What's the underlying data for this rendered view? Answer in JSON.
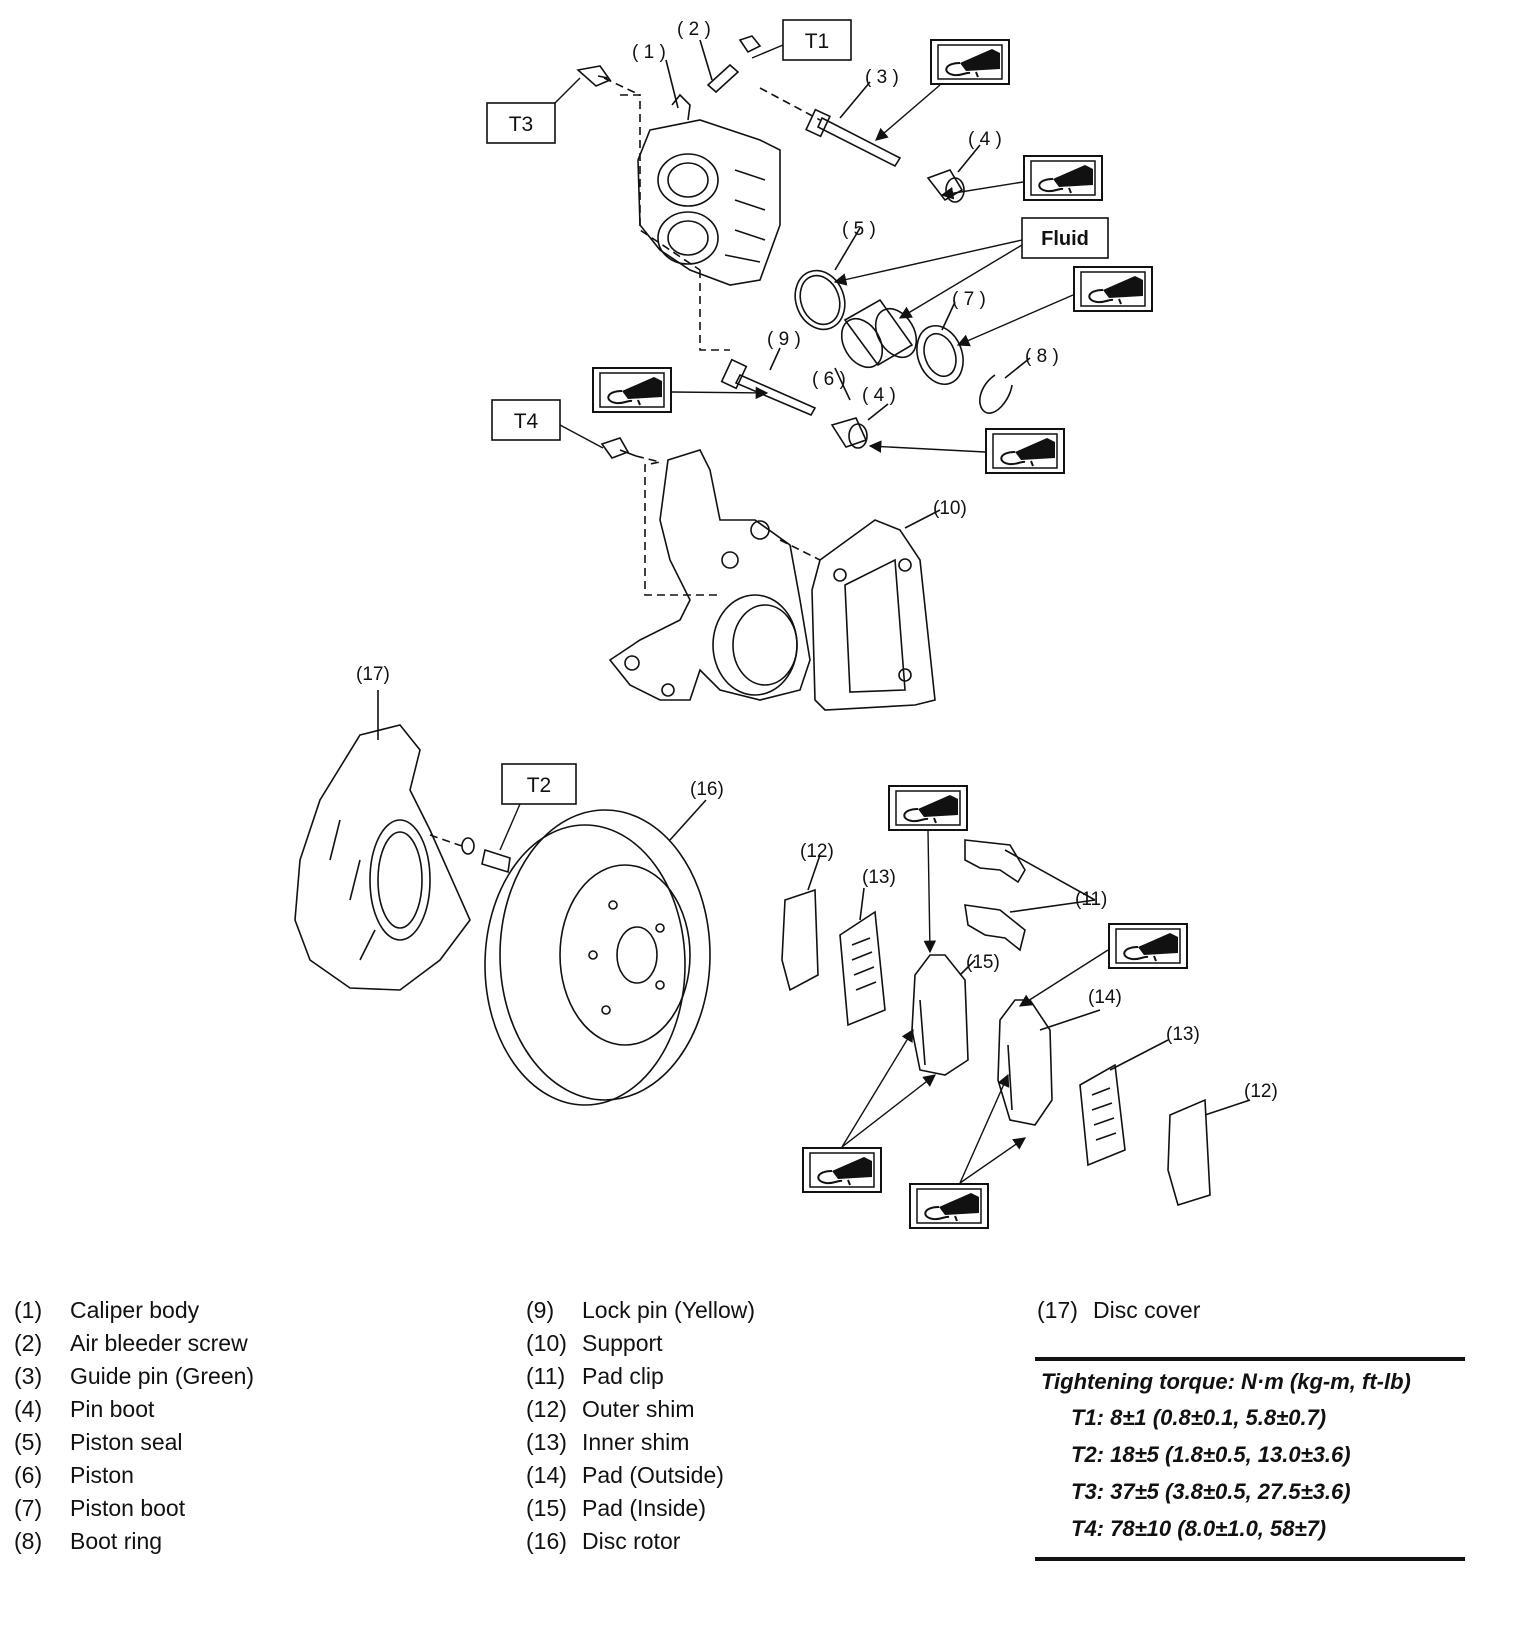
{
  "diagram": {
    "callouts": {
      "p1": "( 1 )",
      "p2": "( 2 )",
      "p3": "( 3 )",
      "p4a": "( 4 )",
      "p4b": "( 4 )",
      "p5": "( 5 )",
      "p6": "( 6 )",
      "p7": "( 7 )",
      "p8": "( 8 )",
      "p9": "( 9 )",
      "p10": "(10)",
      "p11": "(11)",
      "p12a": "(12)",
      "p12b": "(12)",
      "p13a": "(13)",
      "p13b": "(13)",
      "p14": "(14)",
      "p15": "(15)",
      "p16": "(16)",
      "p17": "(17)"
    },
    "torque_boxes": {
      "t1": "T1",
      "t2": "T2",
      "t3": "T3",
      "t4": "T4"
    },
    "fluid_label": "Fluid",
    "grease_icon": "grease-tube-icon"
  },
  "legend": {
    "col1": [
      {
        "num": "(1)",
        "label": "Caliper body"
      },
      {
        "num": "(2)",
        "label": "Air bleeder screw"
      },
      {
        "num": "(3)",
        "label": "Guide pin (Green)"
      },
      {
        "num": "(4)",
        "label": "Pin boot"
      },
      {
        "num": "(5)",
        "label": "Piston seal"
      },
      {
        "num": "(6)",
        "label": "Piston"
      },
      {
        "num": "(7)",
        "label": "Piston boot"
      },
      {
        "num": "(8)",
        "label": "Boot ring"
      }
    ],
    "col2": [
      {
        "num": "(9)",
        "label": "Lock pin (Yellow)"
      },
      {
        "num": "(10)",
        "label": "Support"
      },
      {
        "num": "(11)",
        "label": "Pad clip"
      },
      {
        "num": "(12)",
        "label": "Outer shim"
      },
      {
        "num": "(13)",
        "label": "Inner shim"
      },
      {
        "num": "(14)",
        "label": "Pad (Outside)"
      },
      {
        "num": "(15)",
        "label": "Pad (Inside)"
      },
      {
        "num": "(16)",
        "label": "Disc rotor"
      }
    ],
    "col3": [
      {
        "num": "(17)",
        "label": "Disc cover"
      }
    ]
  },
  "torque_table": {
    "title": "Tightening torque: N·m (kg-m, ft-lb)",
    "rows": [
      "T1: 8±1 (0.8±0.1, 5.8±0.7)",
      "T2: 18±5 (1.8±0.5, 13.0±3.6)",
      "T3: 37±5 (3.8±0.5, 27.5±3.6)",
      "T4: 78±10 (8.0±1.0, 58±7)"
    ]
  }
}
